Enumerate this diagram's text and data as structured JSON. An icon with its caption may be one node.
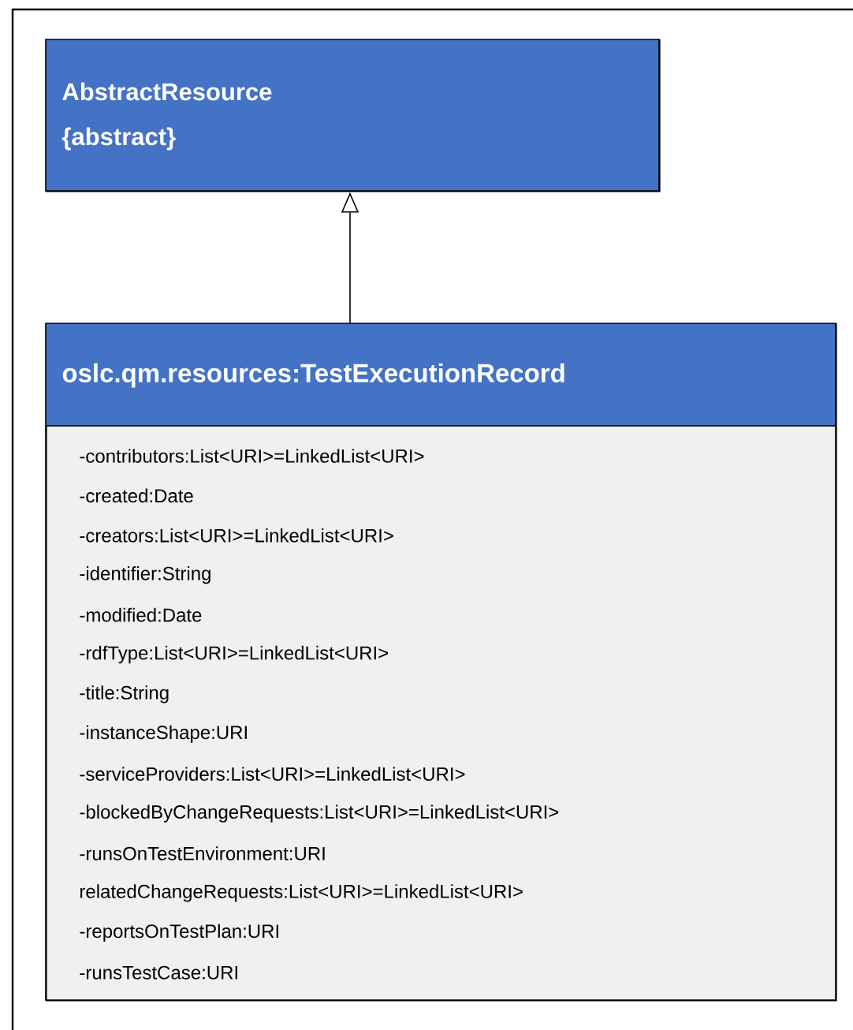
{
  "diagram": {
    "nodes": [
      {
        "text": [
          "AbstractResource",
          "{abstract}"
        ]
      },
      {
        "text": [
          "oslc.qm.resources:TestExecutionRecord",
          "-contributors:List<URI>=LinkedList<URI>",
          "-created:Date",
          "-creators:List<URI>=LinkedList<URI>",
          "-identifier:String",
          "-modified:Date",
          "-rdfType:List<URI>=LinkedList<URI>",
          "-title:String",
          "-instanceShape:URI",
          "-serviceProviders:List<URI>=LinkedList<URI>",
          "-blockedByChangeRequests:List<URI>=LinkedList<URI>",
          "-runsOnTestEnvironment:URI",
          "relatedChangeRequests:List<URI>=LinkedList<URI>",
          "-reportsOnTestPlan:URI",
          "-runsTestCase:URI"
        ]
      }
    ],
    "edges": [
      {
        "from": 1,
        "to": 0,
        "arrow": "to"
      }
    ]
  }
}
